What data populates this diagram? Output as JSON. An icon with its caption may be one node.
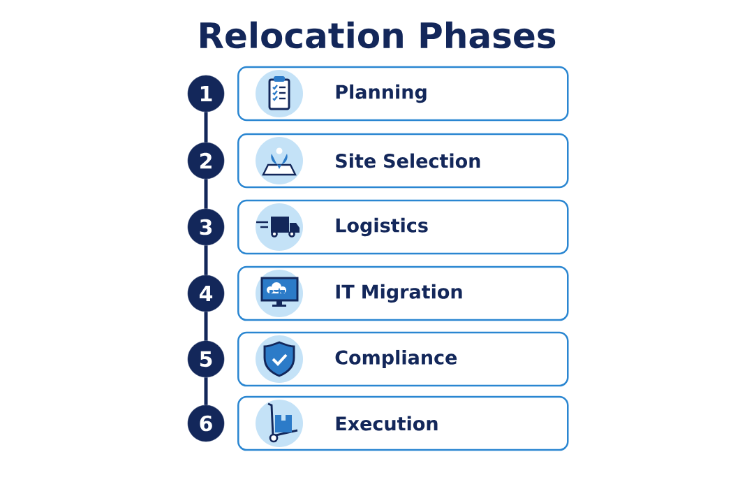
{
  "diagram": {
    "title": "Relocation Phases",
    "nodes": [
      {
        "text": [
          "1"
        ]
      },
      {
        "text": [
          "Planning"
        ]
      },
      {
        "text": [
          "2"
        ]
      },
      {
        "text": [
          "Site Selection"
        ]
      },
      {
        "text": [
          "3"
        ]
      },
      {
        "text": [
          "Logistics"
        ]
      },
      {
        "text": [
          "4"
        ]
      },
      {
        "text": [
          "IT Migration"
        ]
      },
      {
        "text": [
          "5"
        ]
      },
      {
        "text": [
          "Compliance"
        ]
      },
      {
        "text": [
          "6"
        ]
      },
      {
        "text": [
          "Execution"
        ]
      }
    ],
    "edges": [
      {
        "from": 0,
        "to": 2,
        "arrow": "none"
      },
      {
        "from": 2,
        "to": 4,
        "arrow": "none"
      },
      {
        "from": 4,
        "to": 6,
        "arrow": "none"
      },
      {
        "from": 6,
        "to": 8,
        "arrow": "none"
      },
      {
        "from": 8,
        "to": 10,
        "arrow": "none"
      }
    ]
  }
}
